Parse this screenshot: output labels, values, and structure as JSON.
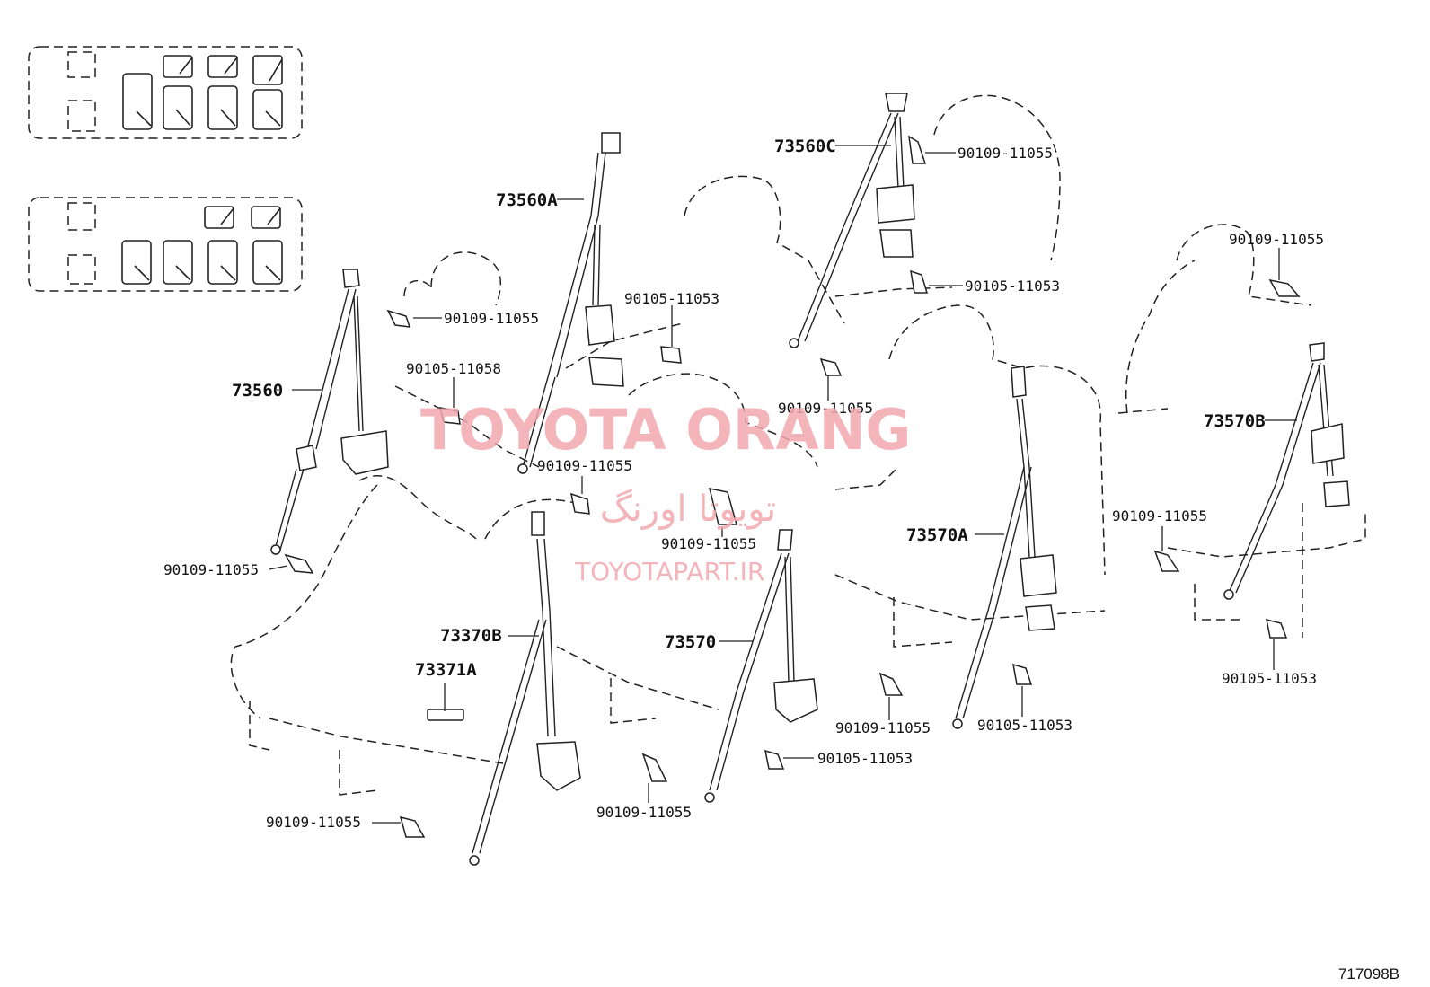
{
  "watermark": {
    "brand": "TOYOTA ORANG",
    "brand_fa": "تویوتا اورنگ",
    "site": "TOYOTAPART.IR"
  },
  "diagram_code": "717098B",
  "part_labels": {
    "p73560": "73560",
    "p73560A": "73560A",
    "p73560C": "73560C",
    "p73370B": "73370B",
    "p73371A": "73371A",
    "p73570": "73570",
    "p73570A": "73570A",
    "p73570B": "73570B"
  },
  "fastener_labels": {
    "f1": "90109-11055",
    "f2": "90105-11058",
    "f3": "90109-11055",
    "f4": "90105-11053",
    "f5": "90109-11055",
    "f6": "90109-11055",
    "f7": "90109-11055",
    "f8": "90109-11055",
    "f9": "90109-11055",
    "f10": "90105-11053",
    "f11": "90109-11055",
    "f12": "90105-11053",
    "f13": "90109-11055",
    "f14": "90105-11053",
    "f15": "90109-11055",
    "f16": "90105-11053",
    "f17": "90109-11055"
  }
}
